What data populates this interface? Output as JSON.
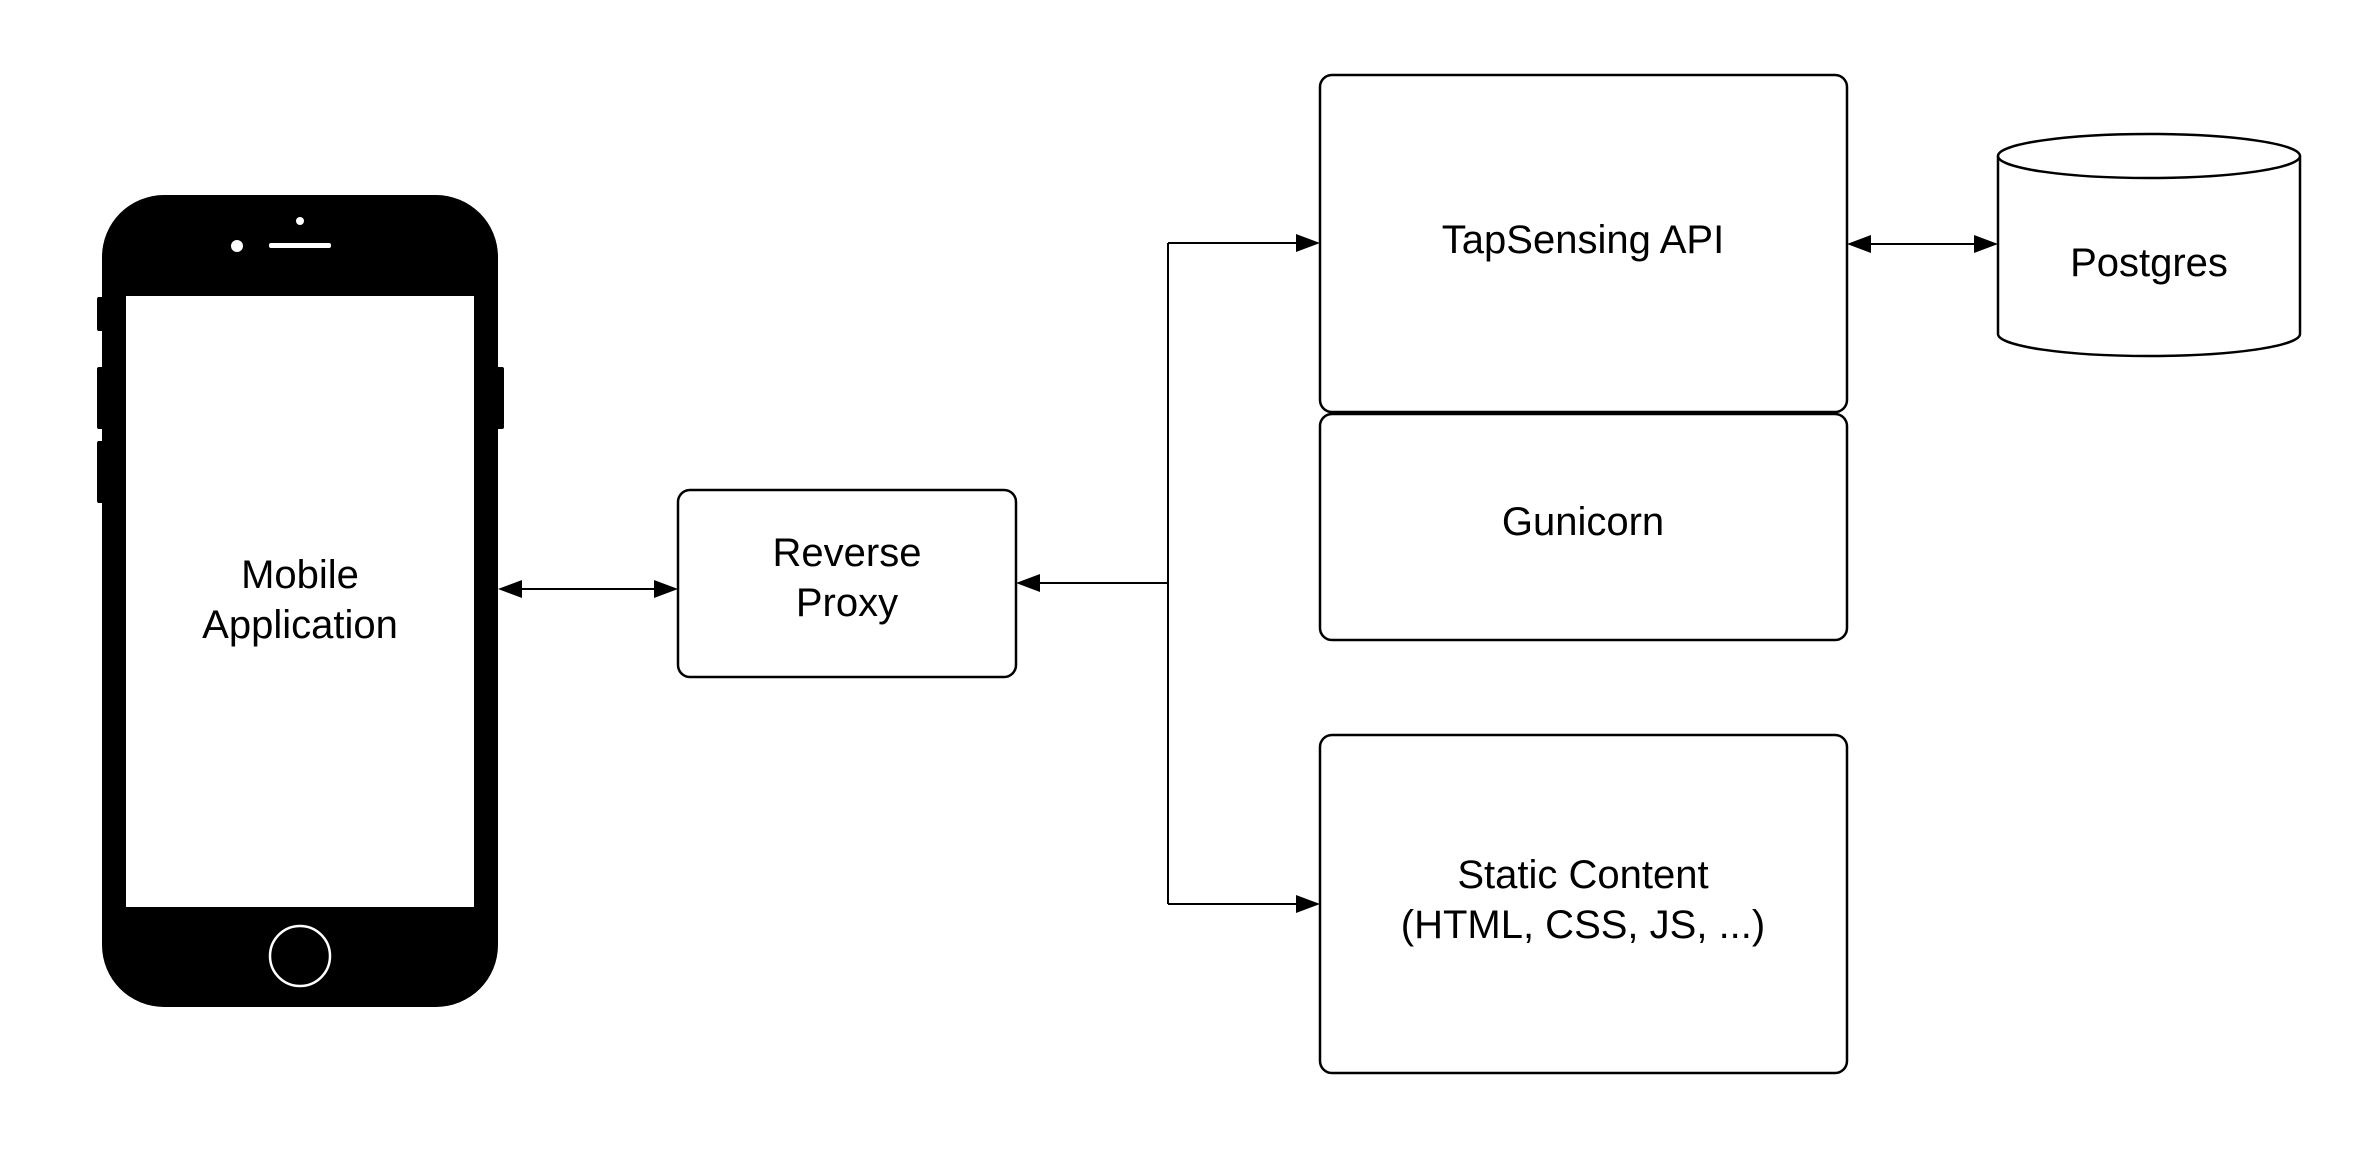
{
  "diagram": {
    "nodes": {
      "mobile_app": {
        "line1": "Mobile",
        "line2": "Application"
      },
      "reverse_proxy": {
        "line1": "Reverse",
        "line2": "Proxy"
      },
      "tapsensing_api": {
        "label": "TapSensing API"
      },
      "gunicorn": {
        "label": "Gunicorn"
      },
      "static_content": {
        "line1": "Static Content",
        "line2": "(HTML, CSS, JS, ...)"
      },
      "postgres": {
        "label": "Postgres"
      }
    },
    "edges": [
      {
        "from": "Mobile Application",
        "to": "Reverse Proxy",
        "direction": "both"
      },
      {
        "from": "Reverse Proxy",
        "to": "TapSensing API",
        "direction": "both"
      },
      {
        "from": "Reverse Proxy",
        "to": "Static Content",
        "direction": "both"
      },
      {
        "from": "TapSensing API",
        "to": "Postgres",
        "direction": "both"
      }
    ],
    "colors": {
      "stroke": "#000000",
      "fill": "#ffffff",
      "phone_body": "#000000"
    }
  }
}
